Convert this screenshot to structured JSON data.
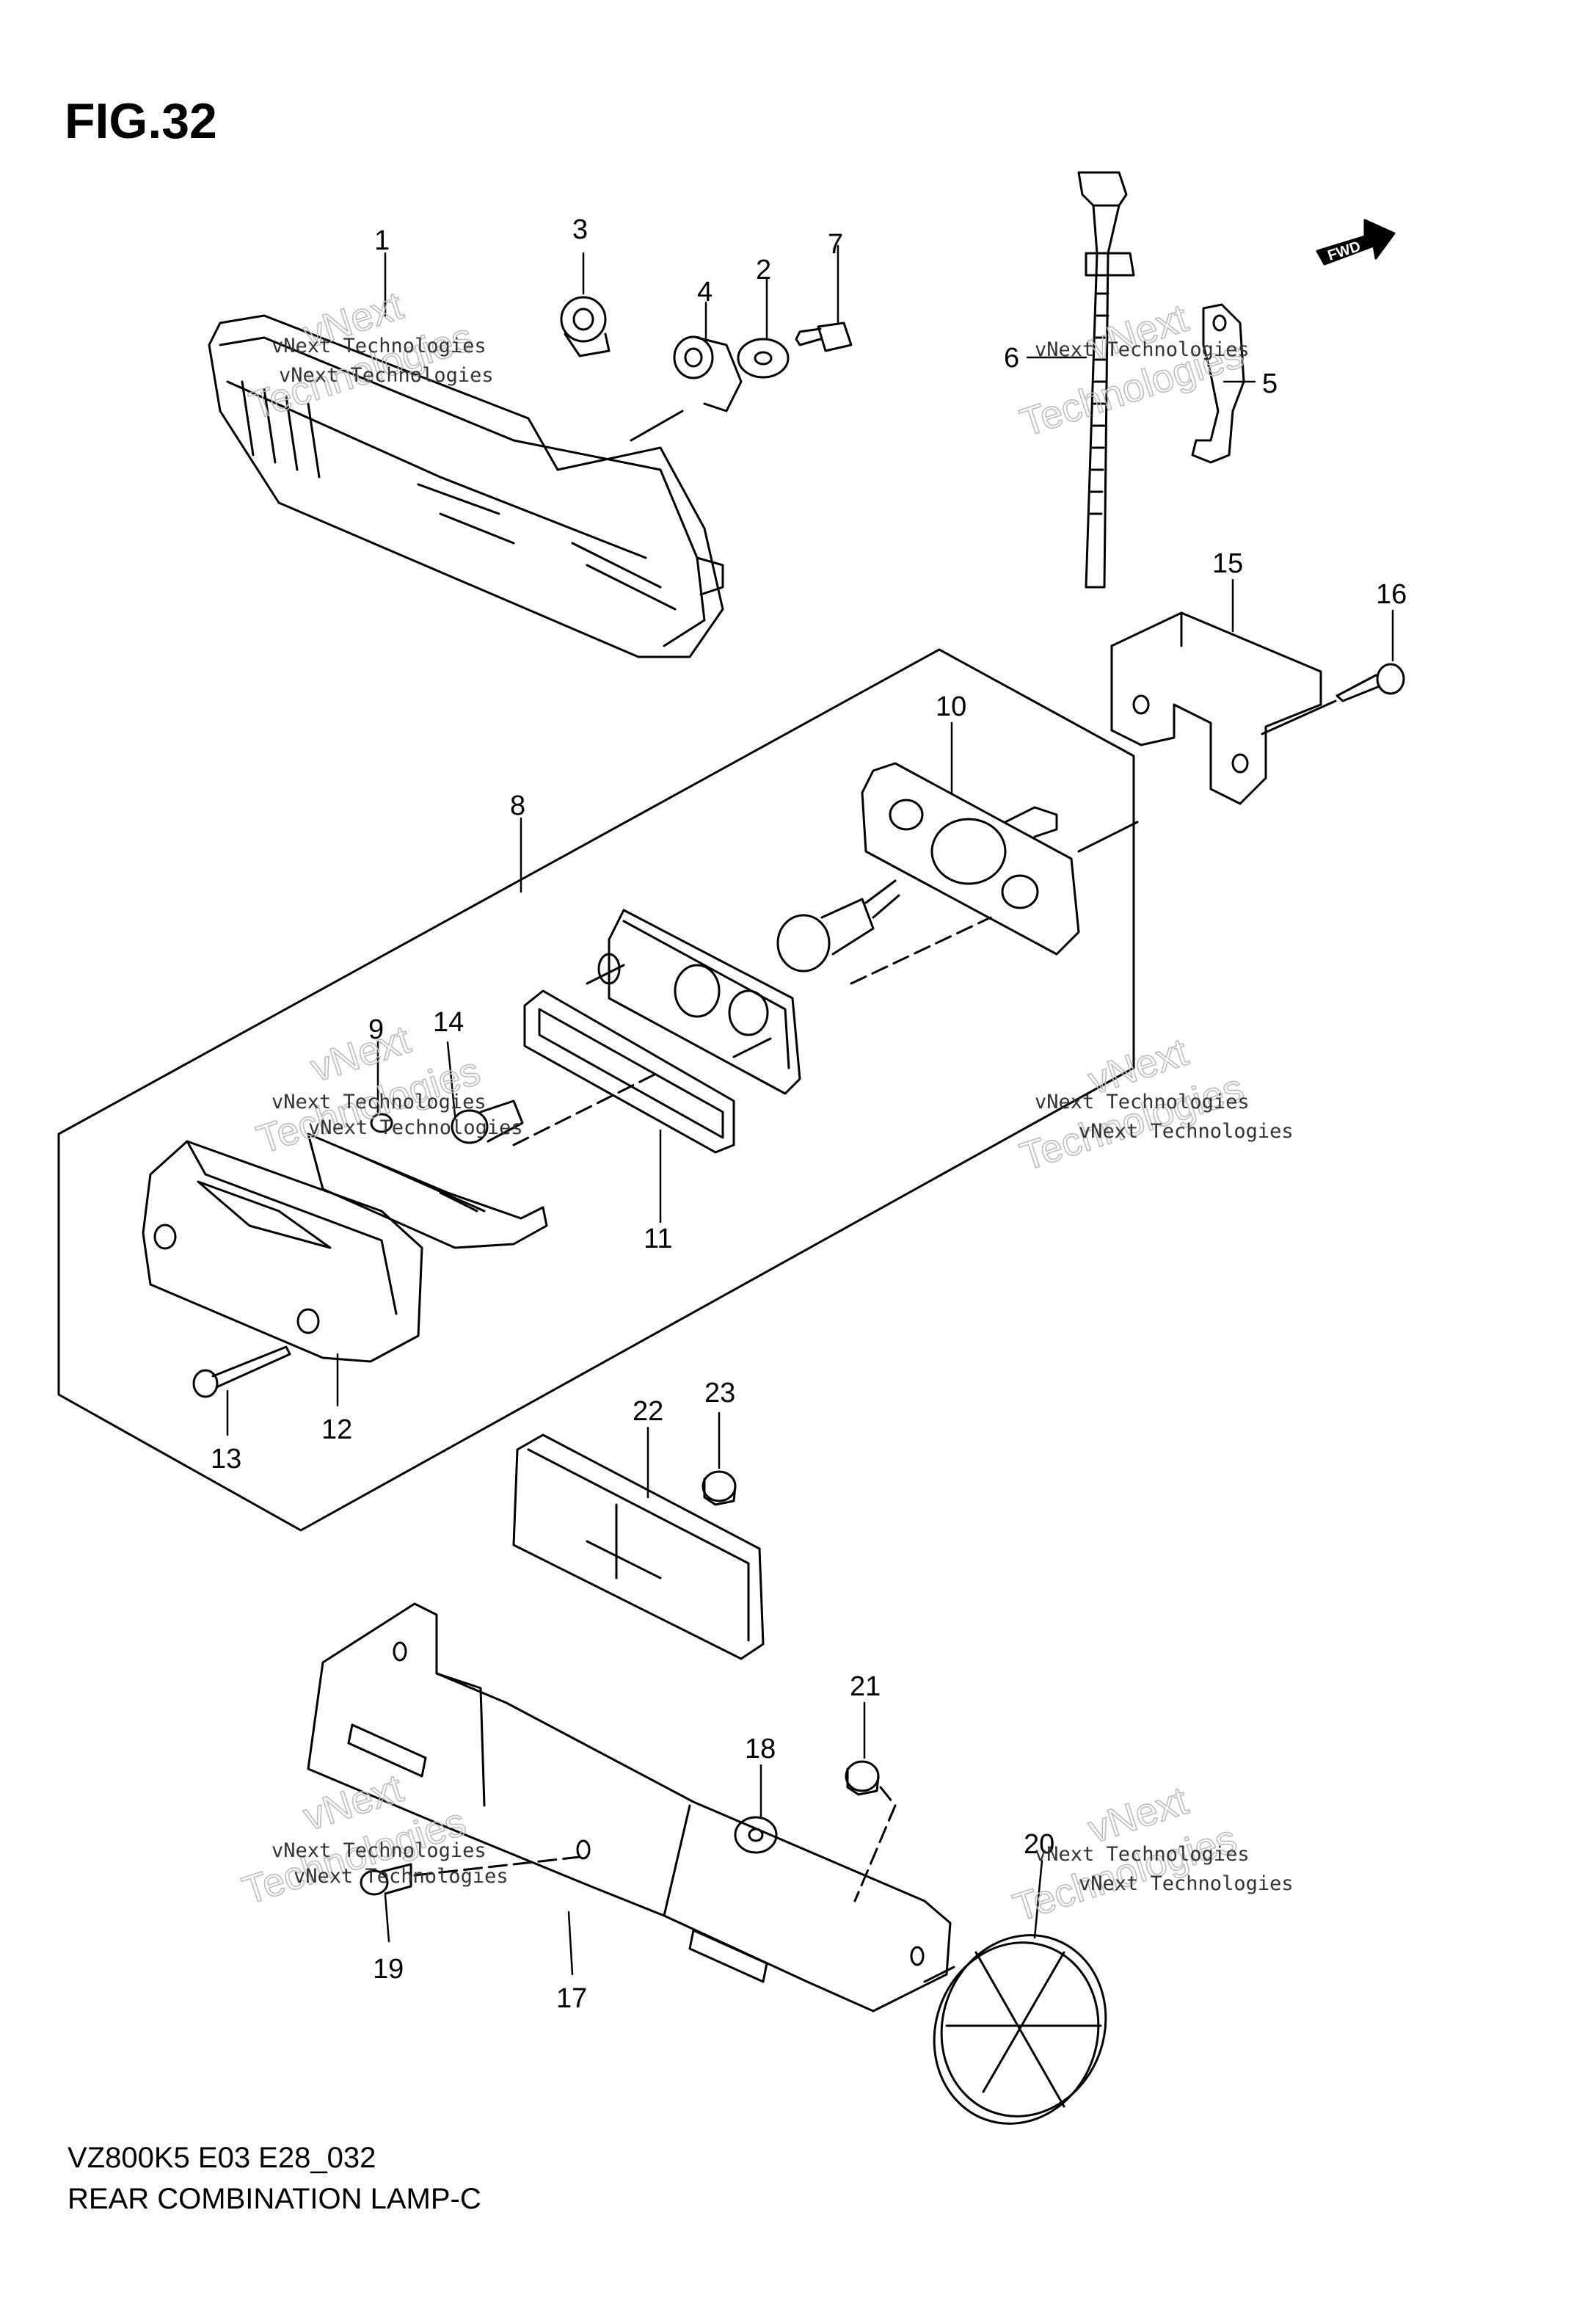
{
  "figure": {
    "title": "FIG.32",
    "code": "VZ800K5 E03 E28_032",
    "name": "REAR COMBINATION LAMP-C"
  },
  "fwd_label": "FWD",
  "watermark": {
    "line1": "vNext Technologies",
    "line2": "vNext",
    "line3": "Technologies"
  },
  "parts": [
    "1",
    "2",
    "3",
    "4",
    "5",
    "6",
    "7",
    "8",
    "9",
    "10",
    "11",
    "12",
    "13",
    "14",
    "15",
    "16",
    "17",
    "18",
    "19",
    "20",
    "21",
    "22",
    "23"
  ],
  "colors": {
    "line": "#000000",
    "watermark": "#bcbcbc"
  }
}
